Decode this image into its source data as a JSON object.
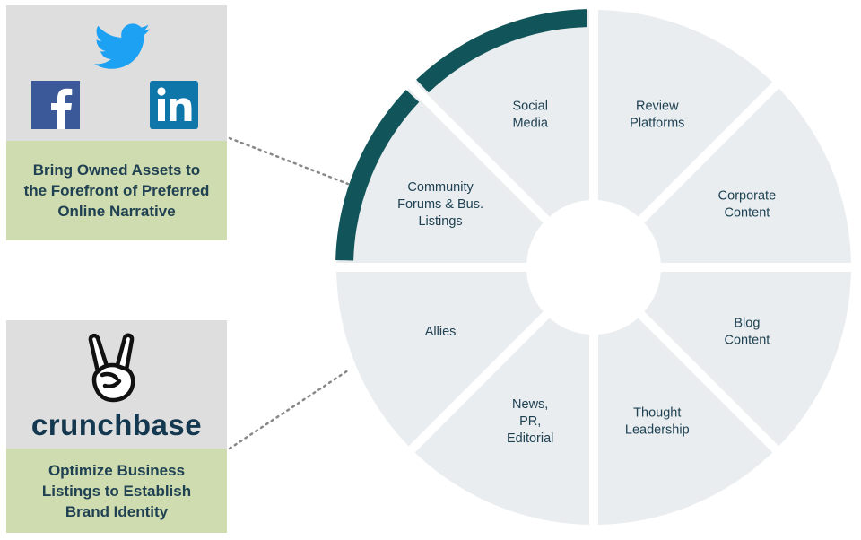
{
  "panels": {
    "top": {
      "caption_lines": [
        "Bring Owned Assets to",
        "the Forefront of Preferred",
        "Online Narrative"
      ],
      "icons": [
        "twitter-icon",
        "facebook-icon",
        "linkedin-icon"
      ]
    },
    "bottom": {
      "wordmark": "crunchbase",
      "caption_lines": [
        "Optimize Business",
        "Listings to Establish",
        "Brand Identity"
      ],
      "icons": [
        "victory-hand-icon"
      ]
    }
  },
  "wheel": {
    "segments": [
      {
        "id": "review-platforms",
        "lines": [
          "Review",
          "Platforms"
        ]
      },
      {
        "id": "corporate-content",
        "lines": [
          "Corporate",
          "Content"
        ]
      },
      {
        "id": "blog-content",
        "lines": [
          "Blog",
          "Content"
        ]
      },
      {
        "id": "thought-leadership",
        "lines": [
          "Thought",
          "Leadership"
        ]
      },
      {
        "id": "news-pr-editorial",
        "lines": [
          "News,",
          "PR,",
          "Editorial"
        ]
      },
      {
        "id": "allies",
        "lines": [
          "Allies"
        ]
      },
      {
        "id": "community-forums",
        "lines": [
          "Community",
          "Forums & Bus.",
          "Listings"
        ]
      },
      {
        "id": "social-media",
        "lines": [
          "Social",
          "Media"
        ]
      }
    ]
  },
  "colors": {
    "segment_fill": "#e9edef",
    "highlight_arc": "#11555a",
    "caption_bg": "#cfdcb0",
    "logo_bg": "#dedede",
    "text": "#1f4152",
    "connector": "#888888",
    "twitter": "#1da1f2",
    "facebook": "#3b5998",
    "linkedin": "#0e76a8"
  }
}
